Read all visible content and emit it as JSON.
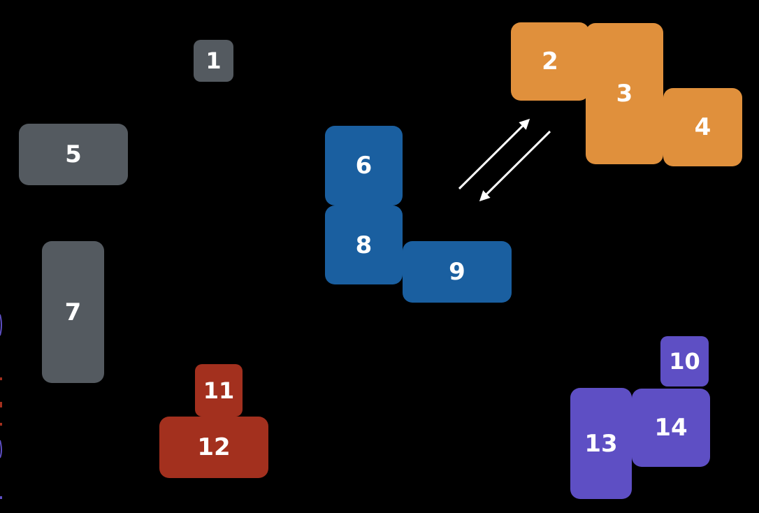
{
  "diagram": {
    "blocks": [
      {
        "id": "b1",
        "label": "1",
        "color_group": "gray"
      },
      {
        "id": "b2",
        "label": "2",
        "color_group": "orange"
      },
      {
        "id": "b3",
        "label": "3",
        "color_group": "orange"
      },
      {
        "id": "b4",
        "label": "4",
        "color_group": "orange"
      },
      {
        "id": "b5",
        "label": "5",
        "color_group": "gray"
      },
      {
        "id": "b6",
        "label": "6",
        "color_group": "blue"
      },
      {
        "id": "b7",
        "label": "7",
        "color_group": "gray"
      },
      {
        "id": "b8",
        "label": "8",
        "color_group": "blue"
      },
      {
        "id": "b9",
        "label": "9",
        "color_group": "blue"
      },
      {
        "id": "b10",
        "label": "10",
        "color_group": "purple"
      },
      {
        "id": "b11",
        "label": "11",
        "color_group": "red"
      },
      {
        "id": "b12",
        "label": "12",
        "color_group": "red"
      },
      {
        "id": "b13",
        "label": "13",
        "color_group": "purple"
      },
      {
        "id": "b14",
        "label": "14",
        "color_group": "purple"
      }
    ],
    "colors": {
      "background": "#000000",
      "gray": "#545a60",
      "orange": "#e0903c",
      "blue": "#1a5fa0",
      "red": "#a3301e",
      "purple": "#5e4fc4",
      "arrow": "#ffffff"
    },
    "arrows": [
      {
        "from": "blue-group",
        "to": "orange-group"
      },
      {
        "from": "orange-group",
        "to": "blue-group"
      }
    ]
  }
}
